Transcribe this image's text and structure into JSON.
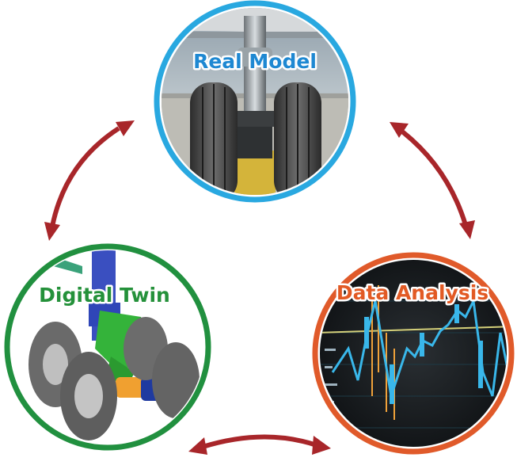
{
  "nodes": {
    "real_model": {
      "label": "Real Model",
      "ring_color": "#29a8e0",
      "label_color": "#1e88d2"
    },
    "digital_twin": {
      "label": "Digital Twin",
      "ring_color": "#21903f",
      "label_color": "#24913a"
    },
    "data_analysis": {
      "label": "Data Analysis",
      "ring_color": "#e05a2a",
      "label_color": "#e25a24"
    }
  },
  "colors": {
    "arrow": "#a8262a"
  },
  "arrows": [
    {
      "from": "real_model",
      "to": "digital_twin",
      "direction": "bidirectional"
    },
    {
      "from": "real_model",
      "to": "data_analysis",
      "direction": "bidirectional"
    },
    {
      "from": "digital_twin",
      "to": "data_analysis",
      "direction": "bidirectional"
    }
  ]
}
